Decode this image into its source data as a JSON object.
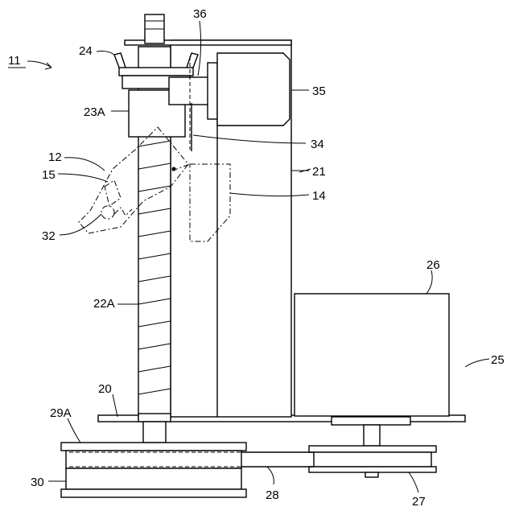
{
  "labels": {
    "device": "11",
    "mount_fitting": "24",
    "bracket": "36",
    "actuator": "35",
    "nut_block": "23A",
    "rod": "34",
    "frame": "21",
    "tool_head": "12",
    "blade": "15",
    "arm": "14",
    "holder": "32",
    "motor_box": "26",
    "lead_screw": "22A",
    "assembly": "25",
    "base_plate": "20",
    "pulley_flange": "29A",
    "driven_pulley": "30",
    "belt": "28",
    "drive_pulley": "27"
  }
}
